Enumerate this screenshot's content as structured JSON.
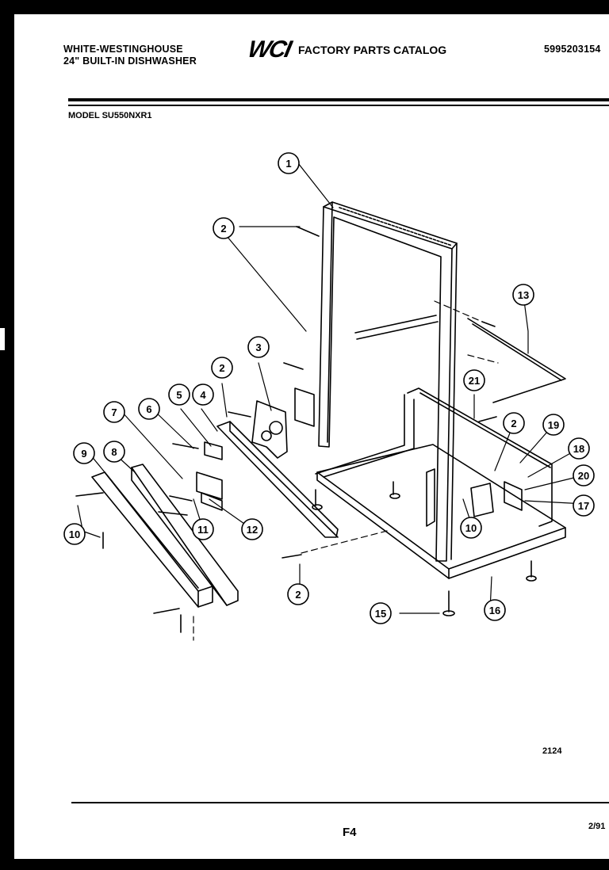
{
  "header": {
    "brand_line1": "WHITE-WESTINGHOUSE",
    "brand_line2": "24\" BUILT-IN DISHWASHER",
    "logo_text": "WCI",
    "catalog_title": "FACTORY PARTS CATALOG",
    "catalog_number": "5995203154",
    "model_label": "MODEL SU550NXR1"
  },
  "diagram": {
    "drawing_number": "2124",
    "callouts": [
      "1",
      "2",
      "2",
      "2",
      "2",
      "3",
      "4",
      "5",
      "6",
      "7",
      "8",
      "9",
      "10",
      "10",
      "11",
      "12",
      "13",
      "15",
      "16",
      "17",
      "18",
      "19",
      "20",
      "21"
    ]
  },
  "footer": {
    "page_code": "F4",
    "date": "2/91"
  }
}
